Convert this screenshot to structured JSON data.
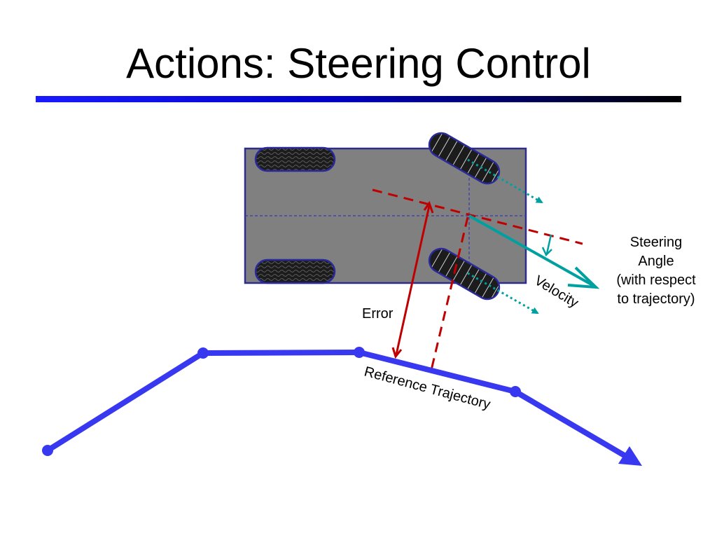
{
  "slide": {
    "title": "Actions: Steering Control"
  },
  "labels": {
    "error": "Error",
    "velocity": "Velocity",
    "reference_trajectory": "Reference Trajectory",
    "steering_angle_lines": [
      "Steering",
      "Angle",
      "(with respect",
      "to trajectory)"
    ]
  },
  "colors": {
    "car_body": "#808080",
    "car_outline": "#2e2e8a",
    "tire": "#1c1c1c",
    "tire_outline": "#2a2a9a",
    "trajectory": "#3838f0",
    "error_arrow": "#c00000",
    "dashed_red": "#c00000",
    "velocity": "#00a0a0",
    "center_lines": "#3a3ab0"
  }
}
